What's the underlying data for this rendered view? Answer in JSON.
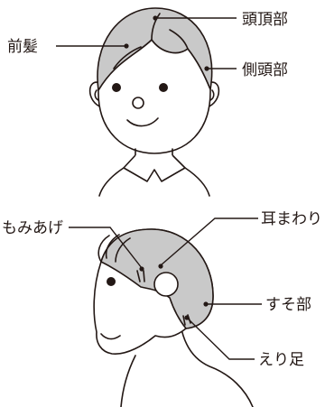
{
  "top_figure": {
    "labels": {
      "crown": "頭頂部",
      "bangs": "前髪",
      "side": "側頭部"
    }
  },
  "bottom_figure": {
    "labels": {
      "sideburns": "もみあげ",
      "around_ear": "耳まわり",
      "hem": "すそ部",
      "nape": "えり足"
    }
  },
  "colors": {
    "hair": "#c9c9c9",
    "line": "#231815"
  }
}
